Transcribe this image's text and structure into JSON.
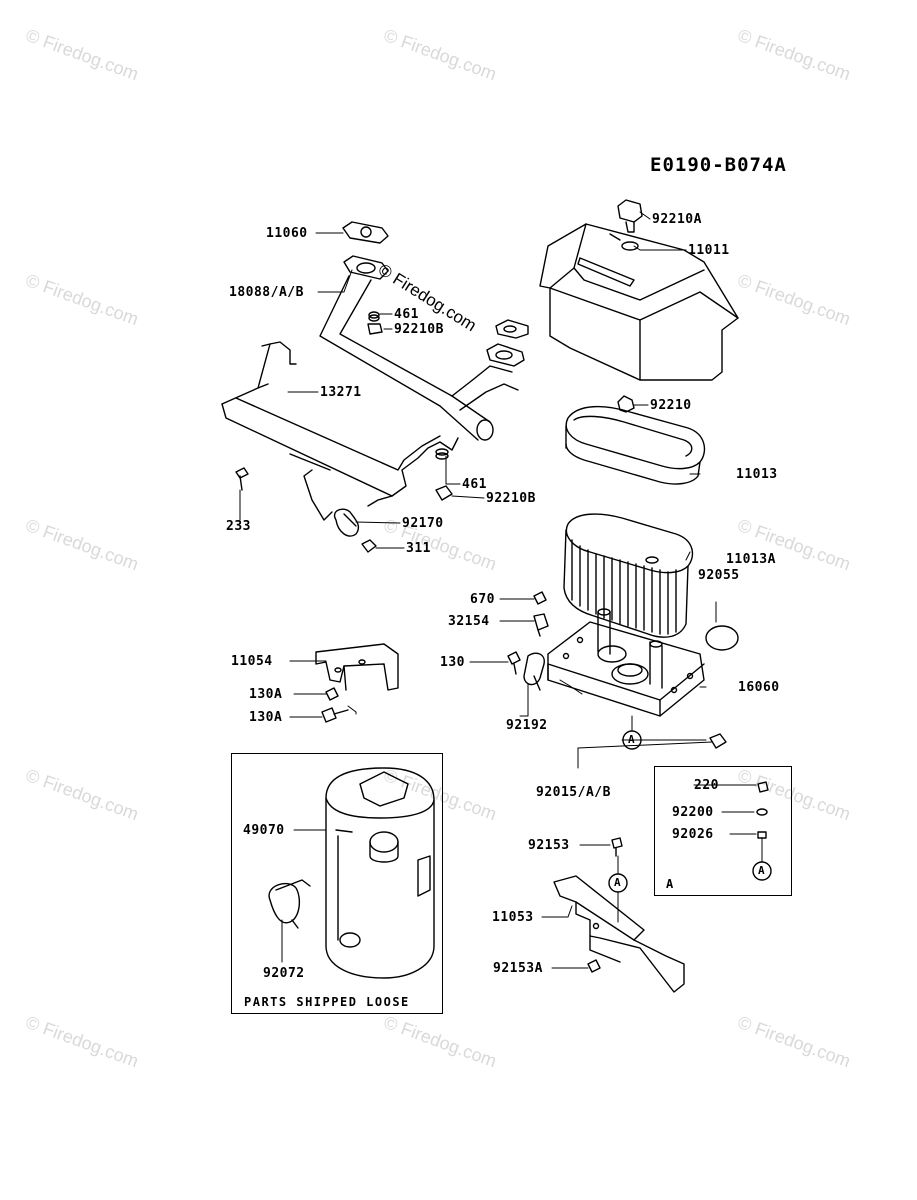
{
  "diagram": {
    "code": "E0190-B074A",
    "watermark": "© Firedog.com",
    "center_watermark": "© Firedog.com",
    "loose_caption": "PARTS SHIPPED LOOSE",
    "inset_caption": "A",
    "callout_letter": "A",
    "labels": {
      "p11060": "11060",
      "p18088": "18088/A/B",
      "p461a": "461",
      "p92210b_a": "92210B",
      "p13271": "13271",
      "p461b": "461",
      "p92210b_b": "92210B",
      "p233": "233",
      "p92170": "92170",
      "p311": "311",
      "p92210a": "92210A",
      "p11011": "11011",
      "p92210": "92210",
      "p11013": "11013",
      "p11013a": "11013A",
      "p92055": "92055",
      "p670": "670",
      "p32154": "32154",
      "p130": "130",
      "p16060": "16060",
      "p92192": "92192",
      "p92015": "92015/A/B",
      "p11054": "11054",
      "p130a_1": "130A",
      "p130a_2": "130A",
      "p49070": "49070",
      "p92072": "92072",
      "p220": "220",
      "p92200": "92200",
      "p92026": "92026",
      "p92153": "92153",
      "p11053": "11053",
      "p92153a": "92153A"
    }
  }
}
